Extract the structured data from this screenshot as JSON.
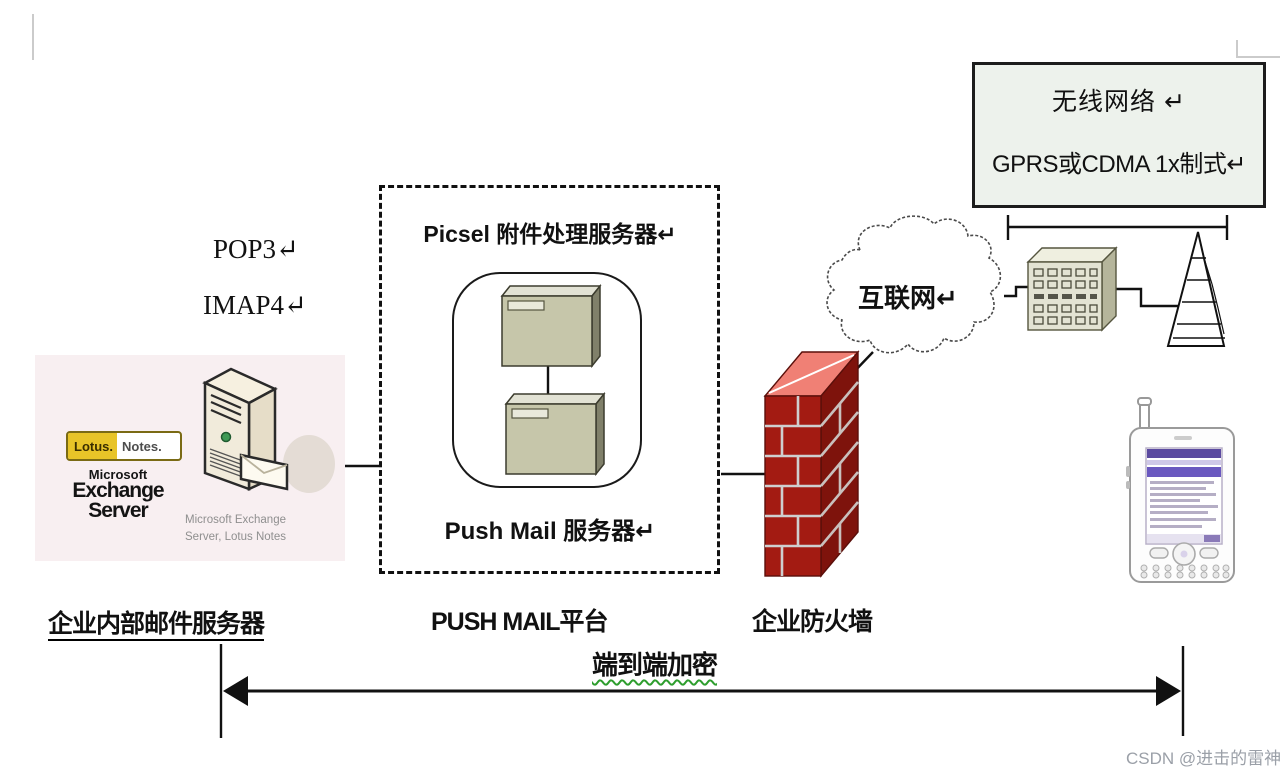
{
  "diagram": {
    "wireless_box": {
      "line1": "无线网络 ↵",
      "line2": "GPRS或CDMA 1x制式↵"
    },
    "cloud_label": "互联网↵",
    "picsel_title": "Picsel 附件处理服务器↵",
    "pushmail_server_label": "Push Mail 服务器↵",
    "protocols": {
      "pop3": "POP3↵",
      "imap4": "IMAP4↵"
    },
    "lotus_logo": {
      "left": "Lotus.",
      "right": "Notes."
    },
    "exchange_logo": {
      "line1": "Microsoft",
      "line2": "Exchange",
      "line3": "Server"
    },
    "server_caption": {
      "line1": "Microsoft Exchange",
      "line2": "Server, Lotus Notes"
    },
    "bottom_labels": {
      "mail_server": "企业内部邮件服务器",
      "platform": "PUSH MAIL平台",
      "firewall": "企业防火墙",
      "encryption": "端到端加密"
    },
    "watermark": "CSDN @进击的雷神",
    "colors": {
      "box_fill": "#edf2ec",
      "brick_front": "#a31b12",
      "brick_side": "#7e130c",
      "brick_top": "#f08075",
      "mortar": "#cfcfcf",
      "server_front": "#c6c6aa",
      "server_top": "#e2e2d4",
      "server_side": "#80806a",
      "building_front": "#e3e3d3",
      "building_side": "#b5b59b",
      "building_top": "#efefe0",
      "phone_purple": "#5b4aa0",
      "image_bg": "#f8eff1",
      "lotus_yellow": "#e8c428",
      "wavy_green": "#2e9e2e",
      "watermark_gray": "#9ba0a8",
      "line_black": "#111111"
    }
  }
}
